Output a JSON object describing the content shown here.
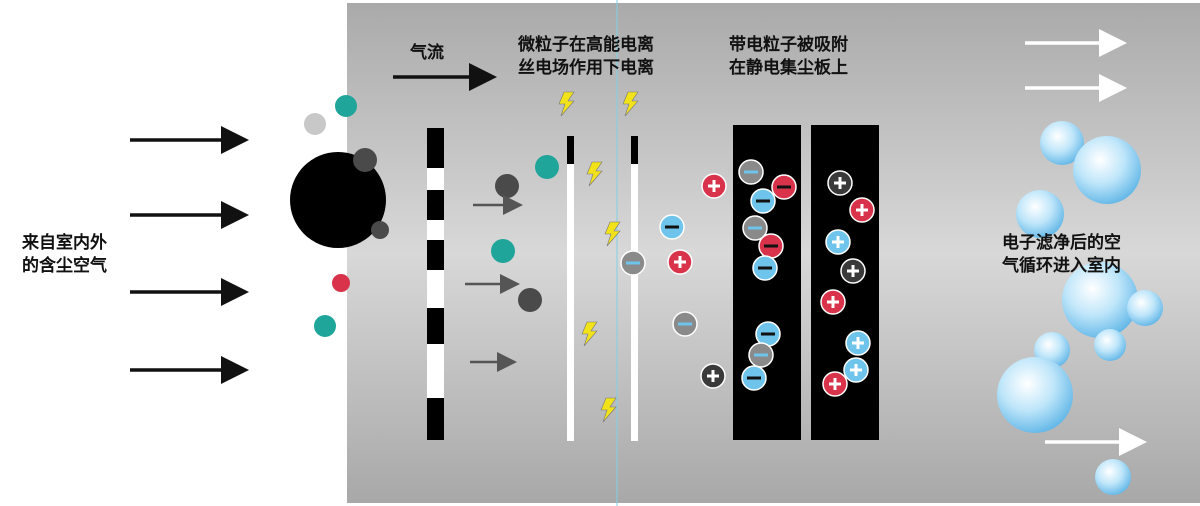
{
  "labels": {
    "incoming_air": "来自室内外\n的含尘空气",
    "airflow": "气流",
    "ionization": "微粒子在高能电离\n丝电场作用下电离",
    "collection": "带电粒子被吸附\n在静电集尘板上",
    "outgoing_air": "电子滤净后的空\n气循环进入室内"
  },
  "colors": {
    "panel": "#b4b4b4",
    "teal": "#1fa59a",
    "red": "#d8334a",
    "blue": "#6ec4ea",
    "grey_particle": "#8a8a8a",
    "dark_particle": "#4a4a4a",
    "bolt": "#f2e21a"
  }
}
